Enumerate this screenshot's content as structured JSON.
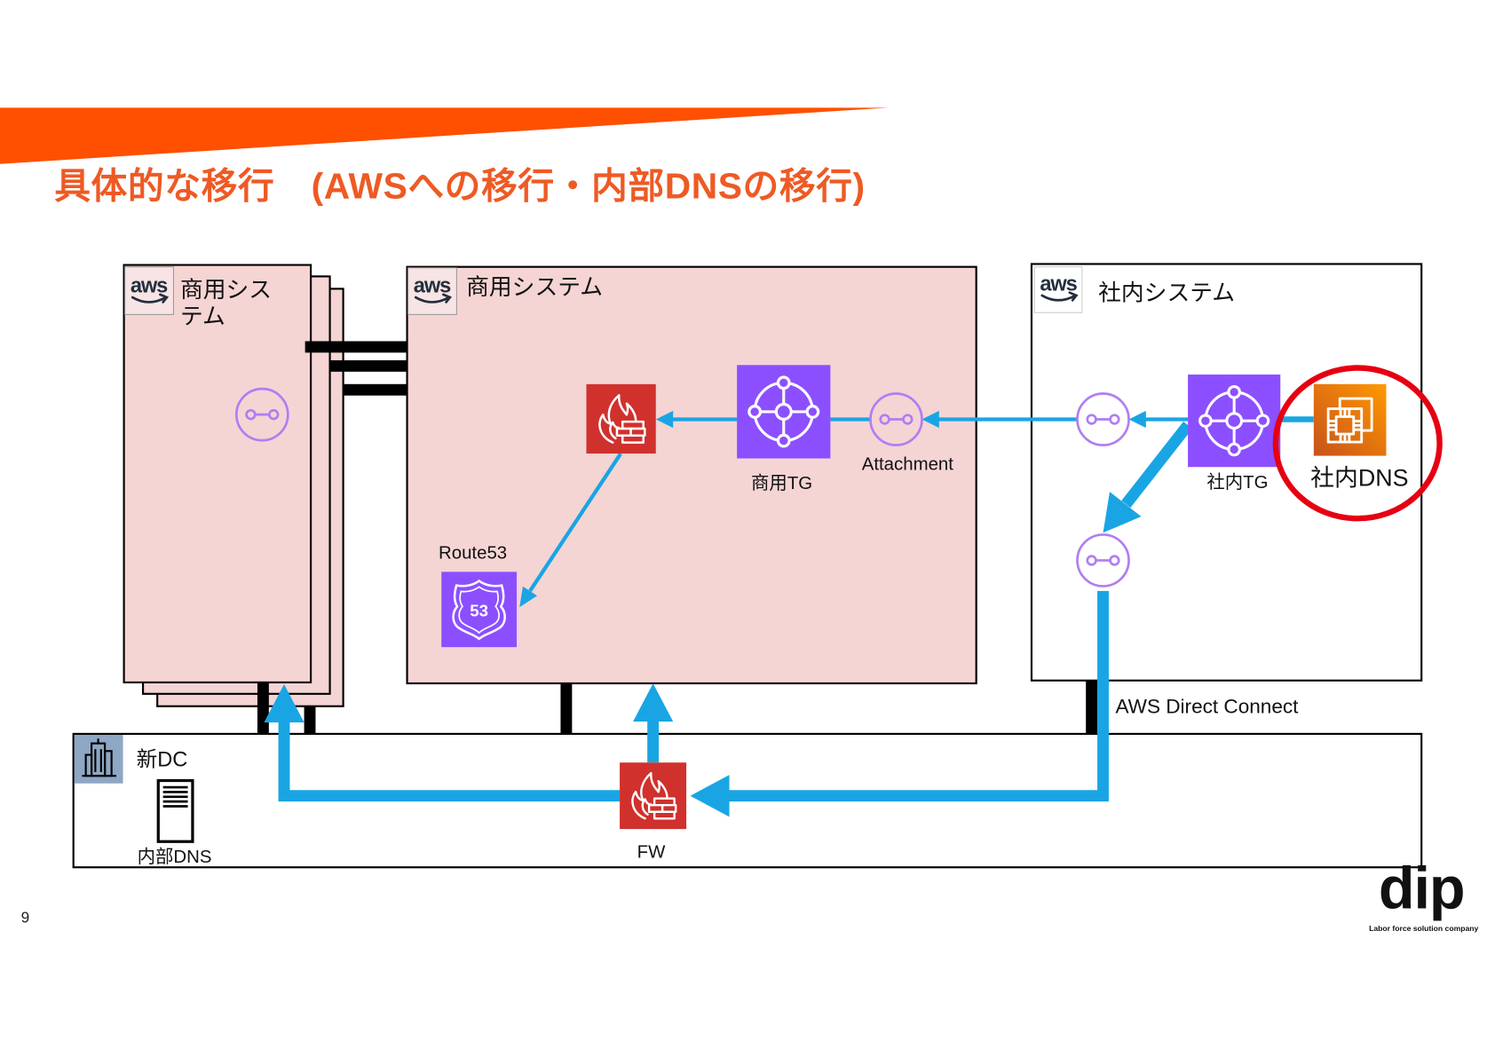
{
  "slide": {
    "title": "具体的な移行　(AWSへの移行・内部DNSの移行)",
    "page_number": "9",
    "logo": {
      "wordmark": "dip",
      "tagline": "Labor force solution company"
    }
  },
  "groups": {
    "commercial_stack": {
      "label": "商用システム",
      "logo_text": "aws",
      "icon": "aws-logo",
      "stacked": true
    },
    "commercial": {
      "label": "商用システム",
      "logo_text": "aws",
      "icon": "aws-logo"
    },
    "internal": {
      "label": "社内システム",
      "logo_text": "aws",
      "icon": "aws-logo"
    },
    "new_dc": {
      "label": "新DC",
      "icon": "building-icon"
    }
  },
  "nodes": {
    "commercial_stack_attachment": {
      "icon": "tgw-attachment-icon"
    },
    "commercial_firewall": {
      "icon": "network-firewall-icon"
    },
    "commercial_tg": {
      "label": "商用TG",
      "icon": "transit-gateway-icon"
    },
    "commercial_attachment": {
      "label": "Attachment",
      "icon": "tgw-attachment-icon"
    },
    "route53": {
      "label": "Route53",
      "icon": "route53-icon",
      "badge": "53"
    },
    "internal_attachment": {
      "icon": "tgw-attachment-icon"
    },
    "internal_dx_attachment": {
      "icon": "tgw-attachment-icon"
    },
    "internal_tg": {
      "label": "社内TG",
      "icon": "transit-gateway-icon"
    },
    "internal_dns": {
      "label": "社内DNS",
      "icon": "ec2-instance-icon",
      "highlighted": true
    },
    "onprem_dns": {
      "label": "内部DNS",
      "icon": "server-icon"
    },
    "dc_firewall": {
      "label": "FW",
      "icon": "network-firewall-icon"
    }
  },
  "connections": {
    "direct_connect_label": "AWS Direct Connect"
  },
  "colors": {
    "title": "#EE5A24",
    "banner": "#FF4F00",
    "aws_group_fill": "#F5D4D4",
    "flow_arrow": "#19A5E4",
    "aws_purple": "#8C4FFF",
    "attachment_purple": "#B17DF2",
    "firewall_red": "#D0312D",
    "highlight_ring": "#E60012"
  }
}
